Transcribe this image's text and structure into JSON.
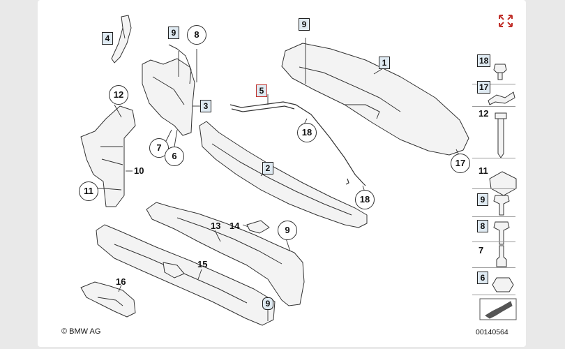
{
  "copyright": "© BMW AG",
  "doc_number": "00140564",
  "callouts": {
    "c1": "1",
    "c2": "2",
    "c3": "3",
    "c4": "4",
    "c5": "5",
    "c6": "6",
    "c7": "7",
    "c8": "8",
    "c9a": "9",
    "c9b": "9",
    "c9c": "9",
    "c10": "10",
    "c11": "11",
    "c12": "12",
    "c13": "13",
    "c14": "14",
    "c15": "15",
    "c16": "16",
    "c17": "17",
    "c18a": "18",
    "c18b": "18"
  },
  "legend": [
    "18",
    "17",
    "12",
    "11",
    "9",
    "8",
    "7",
    "6"
  ],
  "colors": {
    "accent_box": "#dfeaf2",
    "highlight_border": "#c0302a",
    "icon_red": "#c0302a"
  }
}
